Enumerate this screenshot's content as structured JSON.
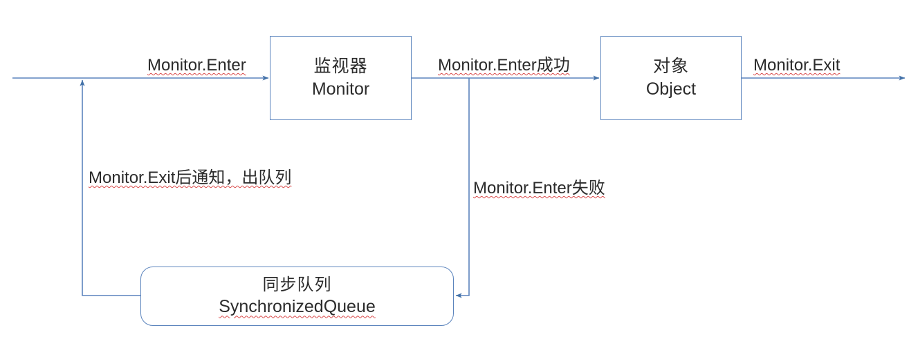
{
  "diagram": {
    "title": "Monitor / SynchronizedQueue lock flow",
    "stroke_color": "#5b84bd",
    "arrow_color": "#4472a8",
    "spellcheck_underline_color": "#d94a4a",
    "background": "#ffffff"
  },
  "nodes": {
    "monitor": {
      "cn": "监视器",
      "en": "Monitor"
    },
    "object": {
      "cn": "对象",
      "en": "Object"
    },
    "queue": {
      "cn": "同步队列",
      "en": "SynchronizedQueue"
    }
  },
  "labels": {
    "enter": "Monitor.Enter",
    "enter_success": "Monitor.Enter成功",
    "exit": "Monitor.Exit",
    "exit_notify": "Monitor.Exit后通知，出队列",
    "enter_fail": "Monitor.Enter失败"
  },
  "chart_data": {
    "type": "diagram",
    "flow": [
      {
        "from": "entry",
        "to": "monitor",
        "label": "Monitor.Enter",
        "direction": "right"
      },
      {
        "from": "monitor",
        "to": "object",
        "label": "Monitor.Enter成功",
        "direction": "right"
      },
      {
        "from": "object",
        "to": "exit",
        "label": "Monitor.Exit",
        "direction": "right"
      },
      {
        "from": "monitor",
        "to": "queue",
        "label": "Monitor.Enter失败",
        "direction": "down-left"
      },
      {
        "from": "queue",
        "to": "entry",
        "label": "Monitor.Exit后通知，出队列",
        "direction": "left-up"
      }
    ]
  }
}
